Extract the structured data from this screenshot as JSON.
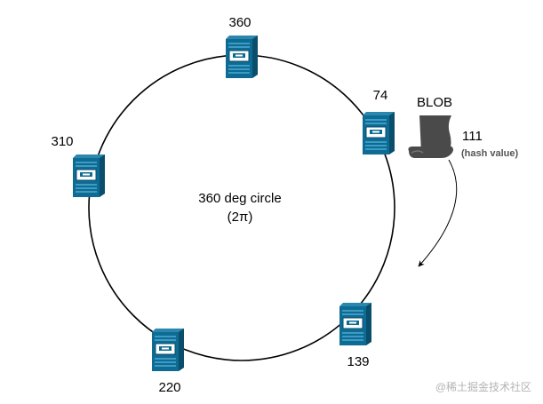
{
  "diagram": {
    "center_label": "360 deg circle",
    "center_sublabel": "(2π)",
    "nodes": [
      {
        "id": "node-360",
        "label": "360",
        "icon": "server-icon"
      },
      {
        "id": "node-74",
        "label": "74",
        "icon": "server-icon"
      },
      {
        "id": "node-310",
        "label": "310",
        "icon": "server-icon"
      },
      {
        "id": "node-139",
        "label": "139",
        "icon": "server-icon"
      },
      {
        "id": "node-220",
        "label": "220",
        "icon": "server-icon"
      }
    ],
    "blob": {
      "label": "BLOB",
      "hash": "111",
      "hash_caption": "(hash value)",
      "icon": "scroll-icon"
    },
    "colors": {
      "server_front": "#0e6b93",
      "server_side": "#0a4e6c",
      "server_top": "#2b87ae",
      "scroll": "#4a4a4a"
    }
  },
  "watermark": "@稀土掘金技术社区"
}
